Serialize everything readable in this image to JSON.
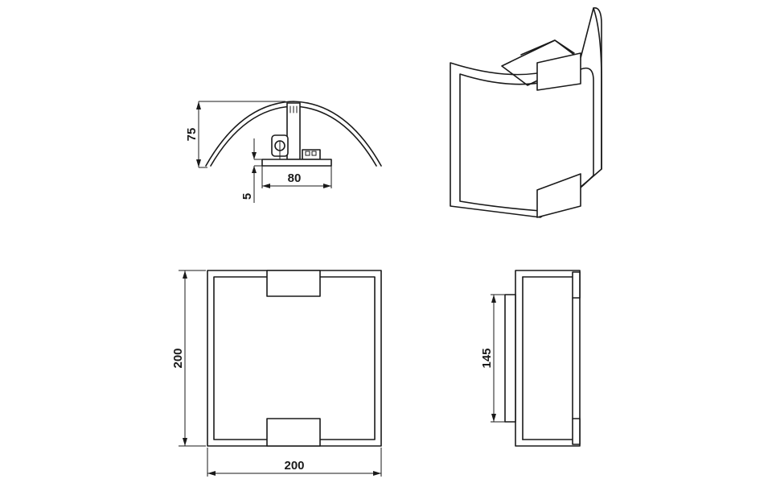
{
  "dimensions": {
    "side_height": "75",
    "side_offset": "5",
    "side_bracket_width": "80",
    "front_height": "200",
    "front_width": "200",
    "profile_height": "145"
  }
}
